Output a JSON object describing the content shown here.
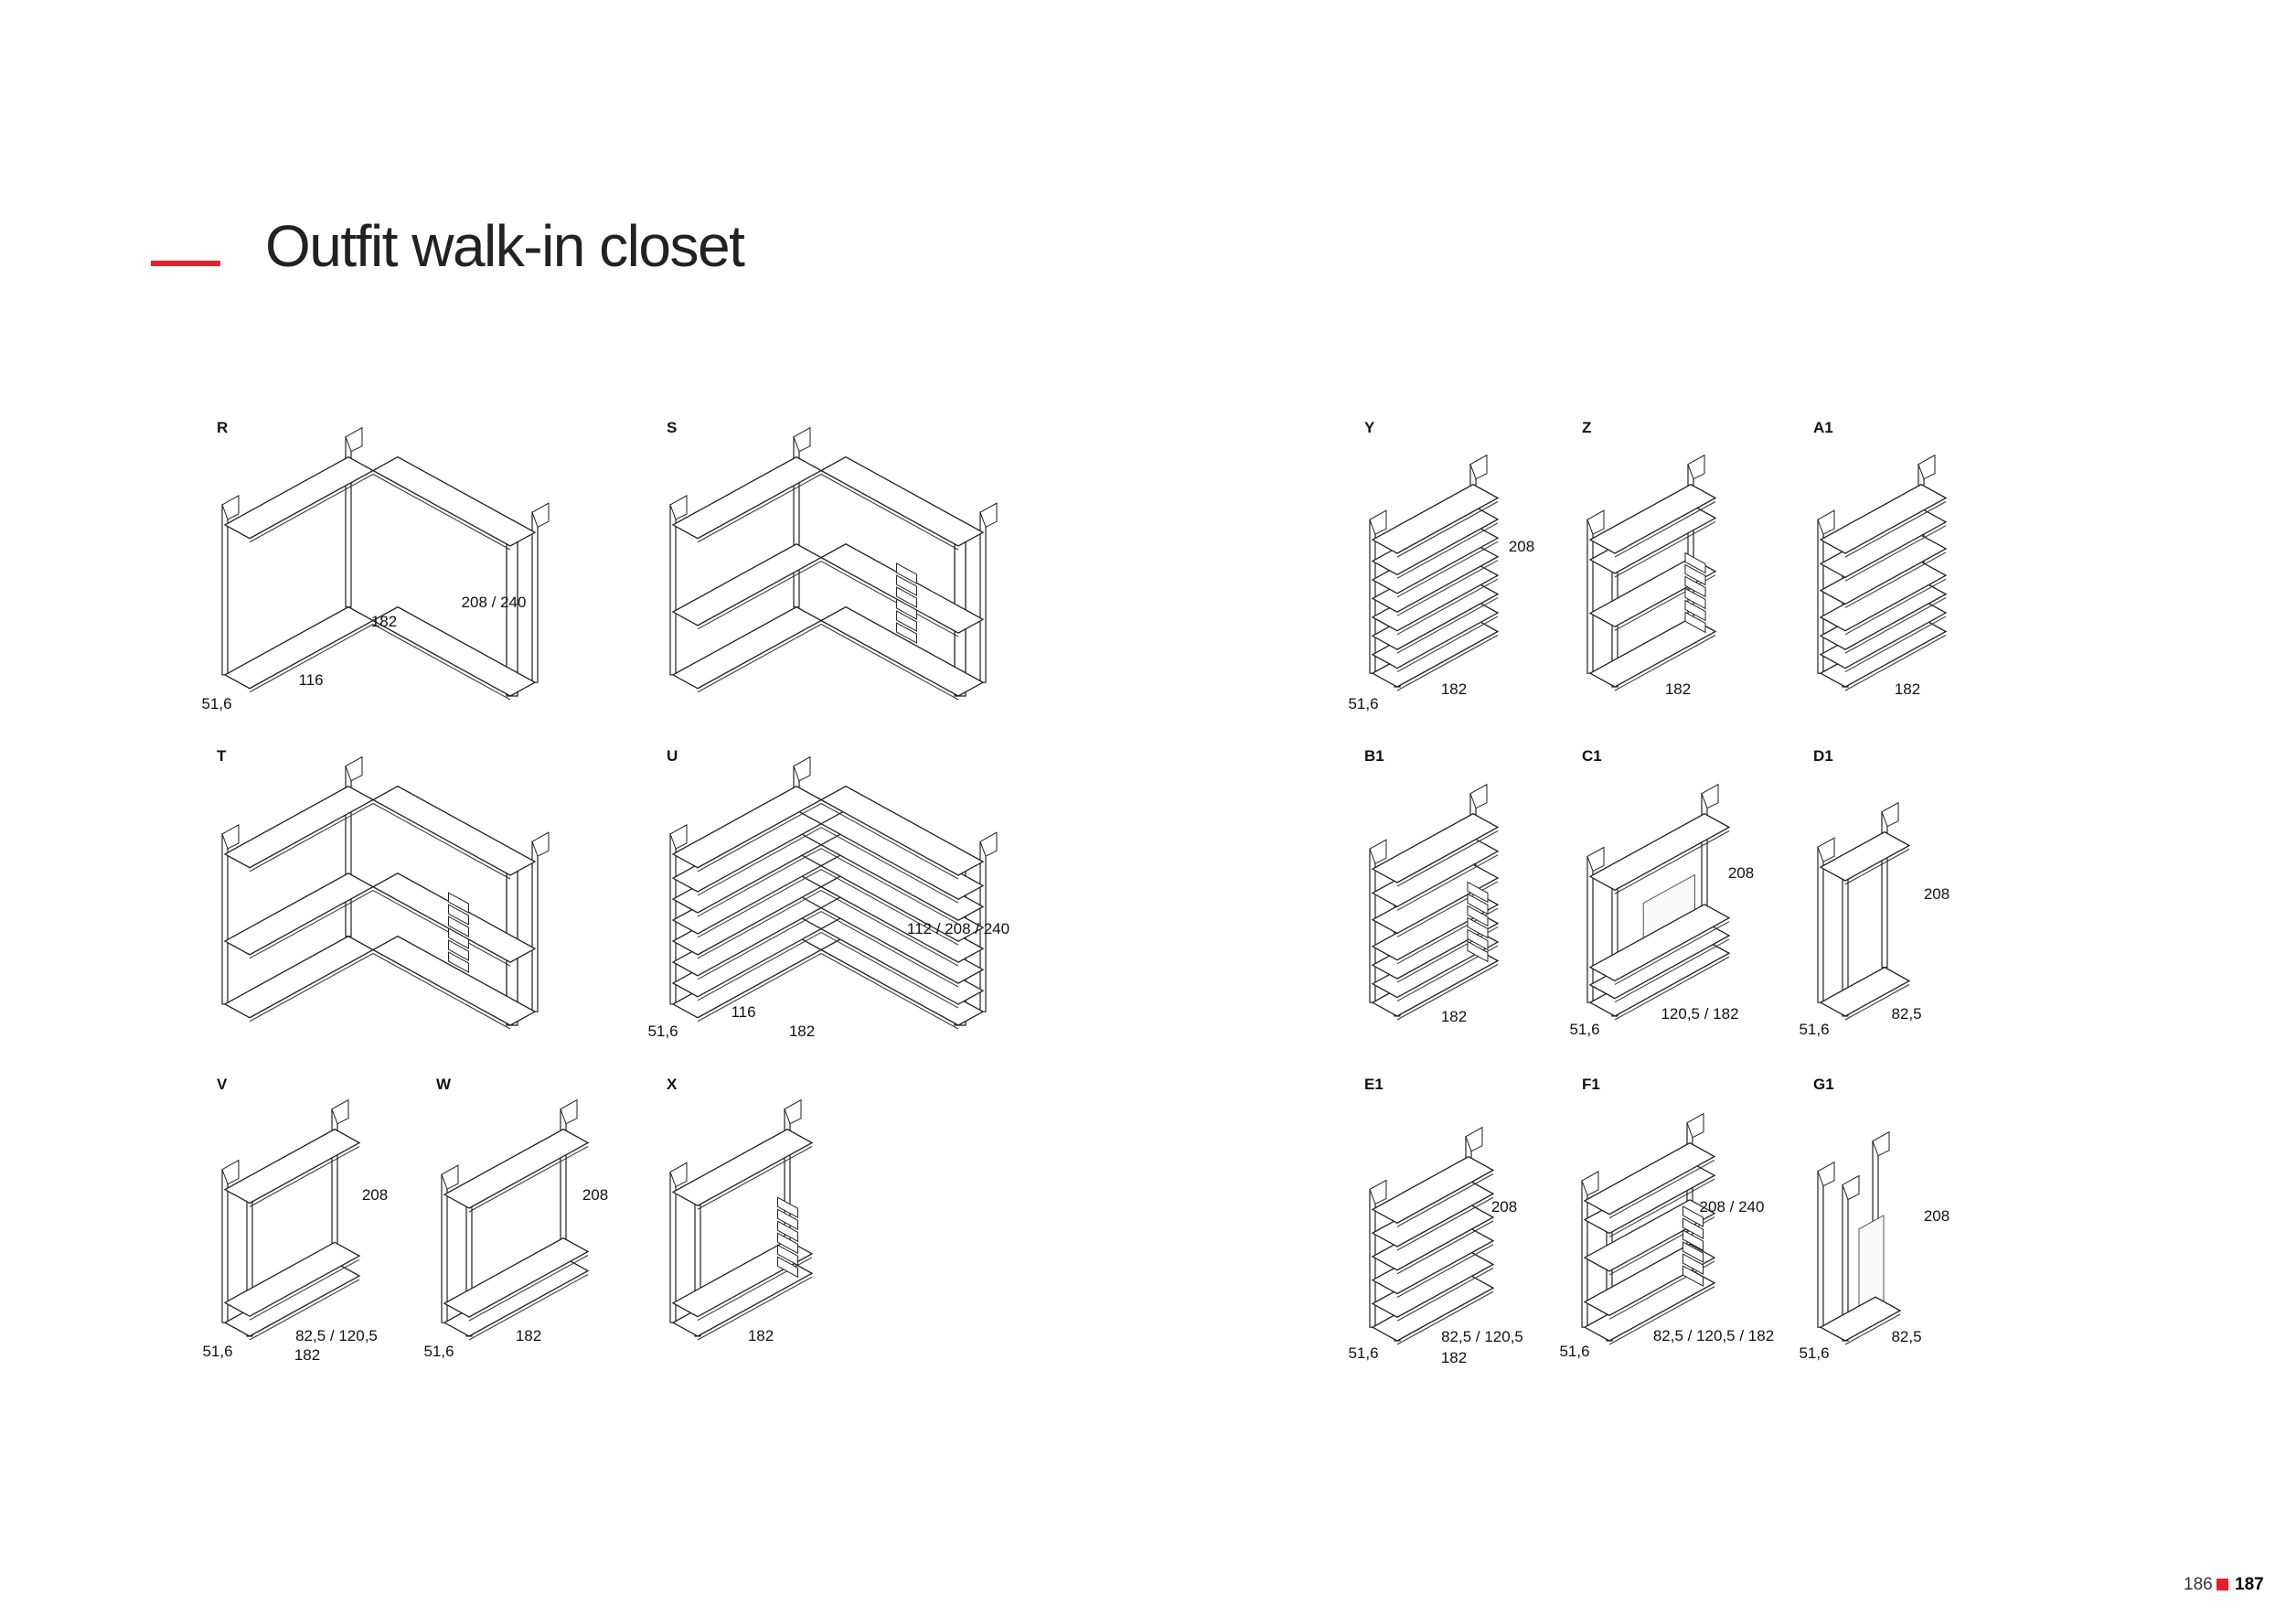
{
  "title": "Outfit walk-in closet",
  "accent_color": "#e3202b",
  "pages": {
    "left": "186",
    "right": "187"
  },
  "units": {
    "R": {
      "label": "R",
      "depth": "51,6",
      "width1": "116",
      "width2": "182",
      "height": "208 / 240"
    },
    "S": {
      "label": "S"
    },
    "T": {
      "label": "T"
    },
    "U": {
      "label": "U",
      "depth": "51,6",
      "width1": "116",
      "width2": "182",
      "height": "112 / 208 / 240"
    },
    "V": {
      "label": "V",
      "depth": "51,6",
      "width1": "82,5 / 120,5",
      "width2": "182",
      "height": "208"
    },
    "W": {
      "label": "W",
      "depth": "51,6",
      "width": "182",
      "height": "208"
    },
    "X": {
      "label": "X",
      "width": "182"
    },
    "Y": {
      "label": "Y",
      "depth": "51,6",
      "width": "182",
      "height": "208"
    },
    "Z": {
      "label": "Z",
      "width": "182"
    },
    "A1": {
      "label": "A1",
      "width": "182"
    },
    "B1": {
      "label": "B1",
      "width": "182"
    },
    "C1": {
      "label": "C1",
      "depth": "51,6",
      "width": "120,5 / 182",
      "height": "208"
    },
    "D1": {
      "label": "D1",
      "depth": "51,6",
      "width": "82,5",
      "height": "208"
    },
    "E1": {
      "label": "E1",
      "depth": "51,6",
      "width1": "82,5 / 120,5",
      "width2": "182",
      "height": "208"
    },
    "F1": {
      "label": "F1",
      "depth": "51,6",
      "width": "82,5 / 120,5 / 182",
      "height": "208 / 240"
    },
    "G1": {
      "label": "G1",
      "depth": "51,6",
      "width": "82,5",
      "height": "208"
    }
  }
}
